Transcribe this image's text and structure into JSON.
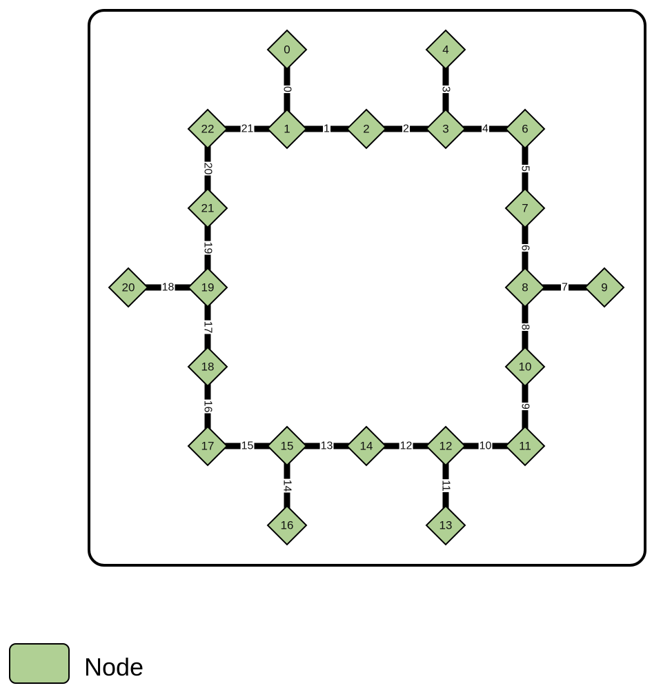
{
  "colors": {
    "node_fill": "#b0d094",
    "node_stroke": "#000000",
    "edge": "#000000",
    "frame": "#000000",
    "background": "#ffffff"
  },
  "nodes": [
    {
      "id": "0",
      "label": "0"
    },
    {
      "id": "1",
      "label": "1"
    },
    {
      "id": "2",
      "label": "2"
    },
    {
      "id": "3",
      "label": "3"
    },
    {
      "id": "4",
      "label": "4"
    },
    {
      "id": "6",
      "label": "6"
    },
    {
      "id": "7",
      "label": "7"
    },
    {
      "id": "8",
      "label": "8"
    },
    {
      "id": "9",
      "label": "9"
    },
    {
      "id": "10",
      "label": "10"
    },
    {
      "id": "11",
      "label": "11"
    },
    {
      "id": "12",
      "label": "12"
    },
    {
      "id": "13",
      "label": "13"
    },
    {
      "id": "14",
      "label": "14"
    },
    {
      "id": "15",
      "label": "15"
    },
    {
      "id": "16",
      "label": "16"
    },
    {
      "id": "17",
      "label": "17"
    },
    {
      "id": "18",
      "label": "18"
    },
    {
      "id": "19",
      "label": "19"
    },
    {
      "id": "20",
      "label": "20"
    },
    {
      "id": "21",
      "label": "21"
    },
    {
      "id": "22",
      "label": "22"
    }
  ],
  "edges": [
    {
      "label": "0",
      "from": "0",
      "to": "1"
    },
    {
      "label": "1",
      "from": "1",
      "to": "2"
    },
    {
      "label": "2",
      "from": "2",
      "to": "3"
    },
    {
      "label": "3",
      "from": "4",
      "to": "3"
    },
    {
      "label": "4",
      "from": "3",
      "to": "6"
    },
    {
      "label": "5",
      "from": "6",
      "to": "7"
    },
    {
      "label": "6",
      "from": "7",
      "to": "8"
    },
    {
      "label": "7",
      "from": "8",
      "to": "9"
    },
    {
      "label": "8",
      "from": "8",
      "to": "10"
    },
    {
      "label": "9",
      "from": "10",
      "to": "11"
    },
    {
      "label": "10",
      "from": "12",
      "to": "11"
    },
    {
      "label": "11",
      "from": "12",
      "to": "13"
    },
    {
      "label": "12",
      "from": "14",
      "to": "12"
    },
    {
      "label": "13",
      "from": "15",
      "to": "14"
    },
    {
      "label": "14",
      "from": "15",
      "to": "16"
    },
    {
      "label": "15",
      "from": "17",
      "to": "15"
    },
    {
      "label": "16",
      "from": "18",
      "to": "17"
    },
    {
      "label": "17",
      "from": "19",
      "to": "18"
    },
    {
      "label": "18",
      "from": "20",
      "to": "19"
    },
    {
      "label": "19",
      "from": "21",
      "to": "19"
    },
    {
      "label": "20",
      "from": "22",
      "to": "21"
    },
    {
      "label": "21",
      "from": "22",
      "to": "1"
    }
  ],
  "legend": {
    "items": [
      {
        "label": "Node",
        "shape": "rounded-rectangle"
      }
    ]
  }
}
